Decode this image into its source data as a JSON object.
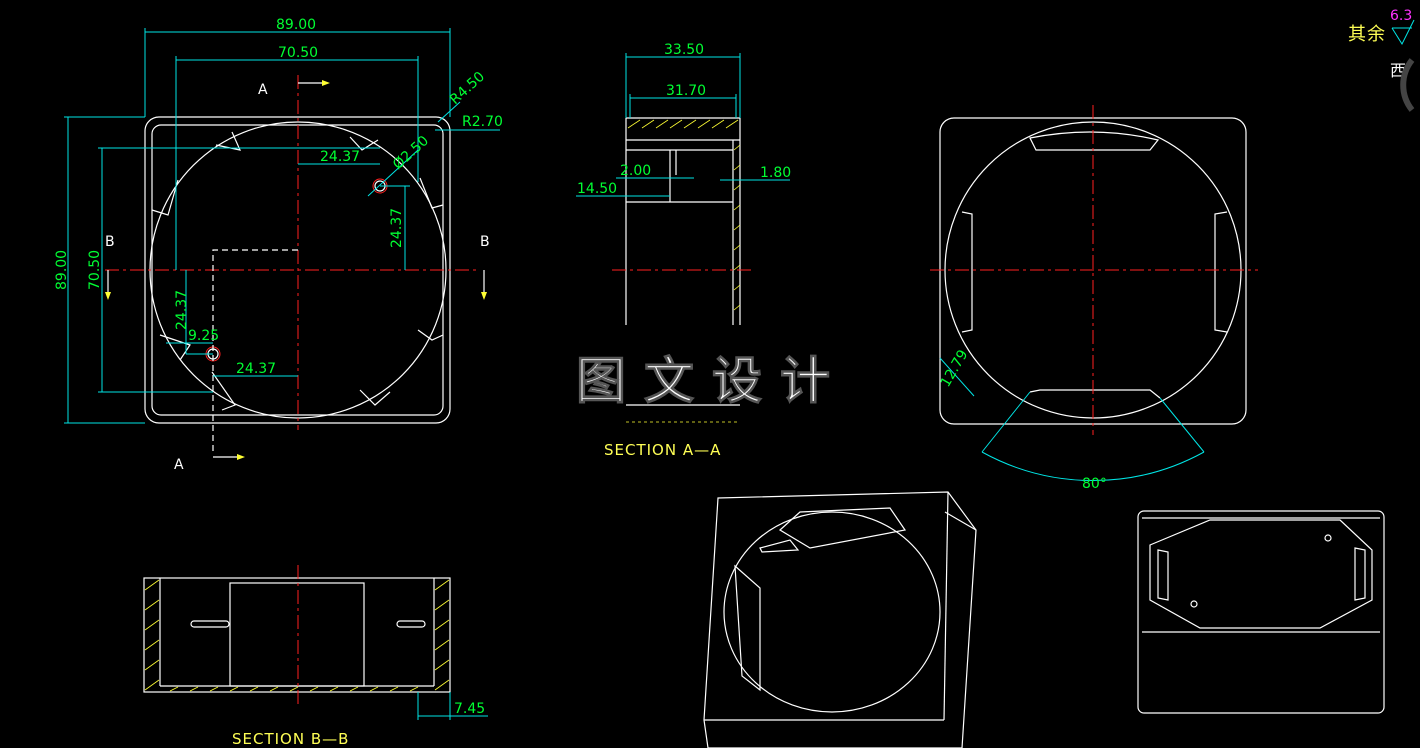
{
  "front_view": {
    "dims": {
      "overall_width": "89.00",
      "inner_width": "70.50",
      "overall_height": "89.00",
      "inner_height": "70.50",
      "outer_radius": "R4.50",
      "inner_radius": "R2.70",
      "hole_dia": "Ø2.50",
      "hole_offset_x": "24.37",
      "hole_offset_y": "24.37",
      "hole2_offset_y": "24.37",
      "hole2_offset_x": "24.37",
      "small_dim": "9.25"
    },
    "labels": {
      "section_a_top": "A",
      "section_a_bottom": "A",
      "section_b_left": "B",
      "section_b_right": "B"
    }
  },
  "section_aa": {
    "title": "SECTION A—A",
    "dims": {
      "outer": "33.50",
      "inner": "31.70",
      "depth": "14.50",
      "step": "2.00",
      "wall": "1.80"
    }
  },
  "section_bb": {
    "title": "SECTION B—B",
    "dims": {
      "base": "7.45"
    }
  },
  "top_view": {
    "dims": {
      "slot": "12.79",
      "angle": "80°"
    }
  },
  "corner": {
    "roughness_label": "其余",
    "roughness_value": "6.3",
    "corner_char": "西"
  },
  "watermark": "图文设计"
}
